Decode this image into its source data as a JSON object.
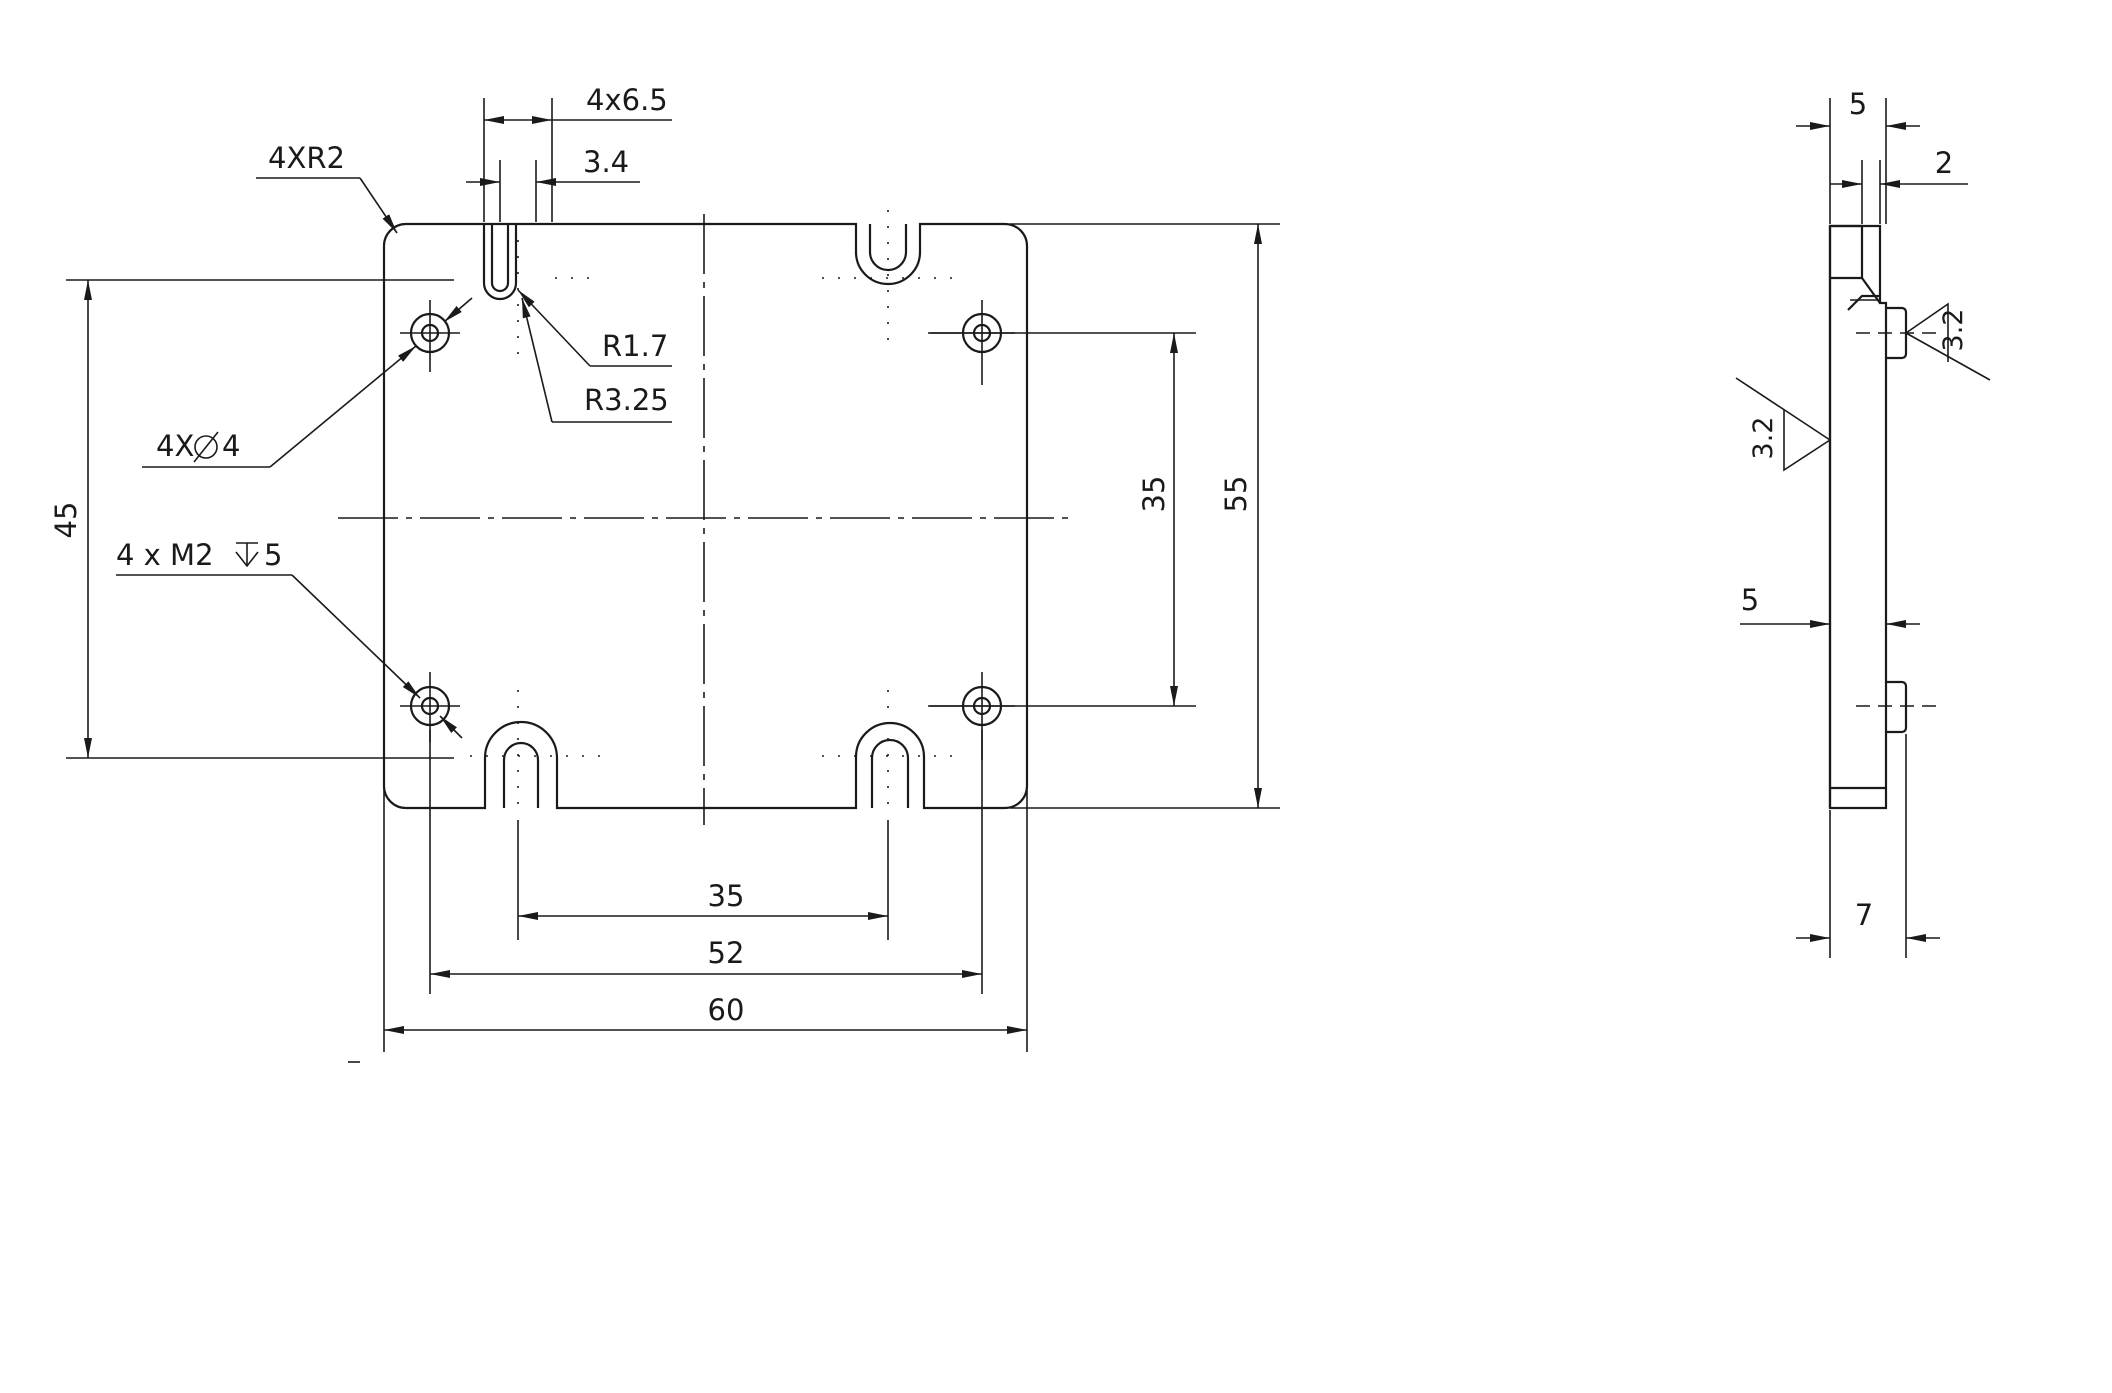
{
  "front_view": {
    "notes": {
      "slot_width": "4x6.5",
      "slot_inner_width": "3.4",
      "corner_radius": "4XR2",
      "slot_radius_small": "R1.7",
      "slot_radius_large": "R3.25",
      "through_holes": "4X",
      "through_holes_dia": "4",
      "tapped_holes": "4 x  M2",
      "tapped_depth": "5"
    },
    "dimensions": {
      "hole_pitch_vertical_left": "45",
      "hole_pitch_vertical_right": "35",
      "overall_height": "55",
      "slot_pitch": "35",
      "hole_pitch_horizontal": "52",
      "overall_width": "60"
    }
  },
  "side_view": {
    "dimensions": {
      "top_step_width": "5",
      "top_offset": "2",
      "plate_thickness": "5",
      "bottom_total": "7"
    },
    "surface_finish": {
      "right": "3.2",
      "left": "3.2"
    }
  }
}
